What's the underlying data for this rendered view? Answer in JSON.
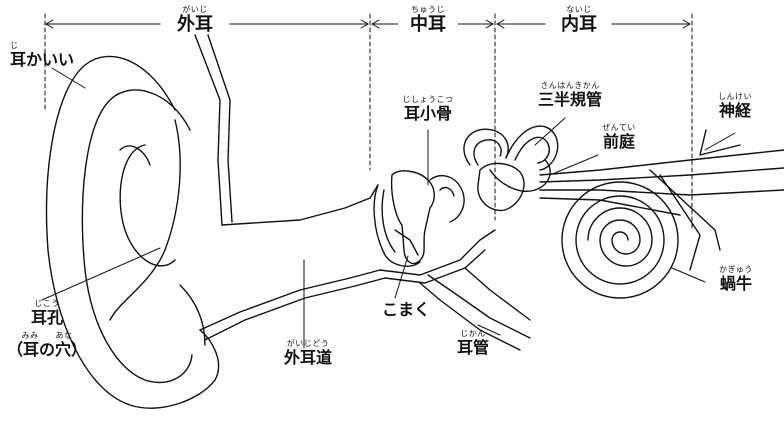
{
  "sections": {
    "outer": {
      "ruby": "がいじ",
      "text": "外耳"
    },
    "middle": {
      "ruby": "ちゅうじ",
      "text": "中耳"
    },
    "inner": {
      "ruby": "ないじ",
      "text": "内耳"
    }
  },
  "labels": {
    "pinna": {
      "ruby": "じ",
      "text": "耳かいい"
    },
    "ossicles": {
      "ruby": "じしょうこつ",
      "text": "耳小骨"
    },
    "semicircular": {
      "ruby": "さんはんきかん",
      "text": "三半規管"
    },
    "nerve": {
      "ruby": "しんけい",
      "text": "神経"
    },
    "vestibule": {
      "ruby": "ぜんてい",
      "text": "前庭"
    },
    "cochlea": {
      "ruby": "かぎゅう",
      "text": "蝸牛"
    },
    "eardrum": {
      "text": "こまく"
    },
    "ear_canal": {
      "ruby": "がいじどう",
      "text": "外耳道"
    },
    "eustachian": {
      "ruby": "じかん",
      "text": "耳管"
    },
    "ear_hole": {
      "ruby": "じこう",
      "text": "耳孔"
    },
    "ear_hole_sub": {
      "ruby": "みみ　　あな",
      "text": "（耳の穴）"
    }
  }
}
